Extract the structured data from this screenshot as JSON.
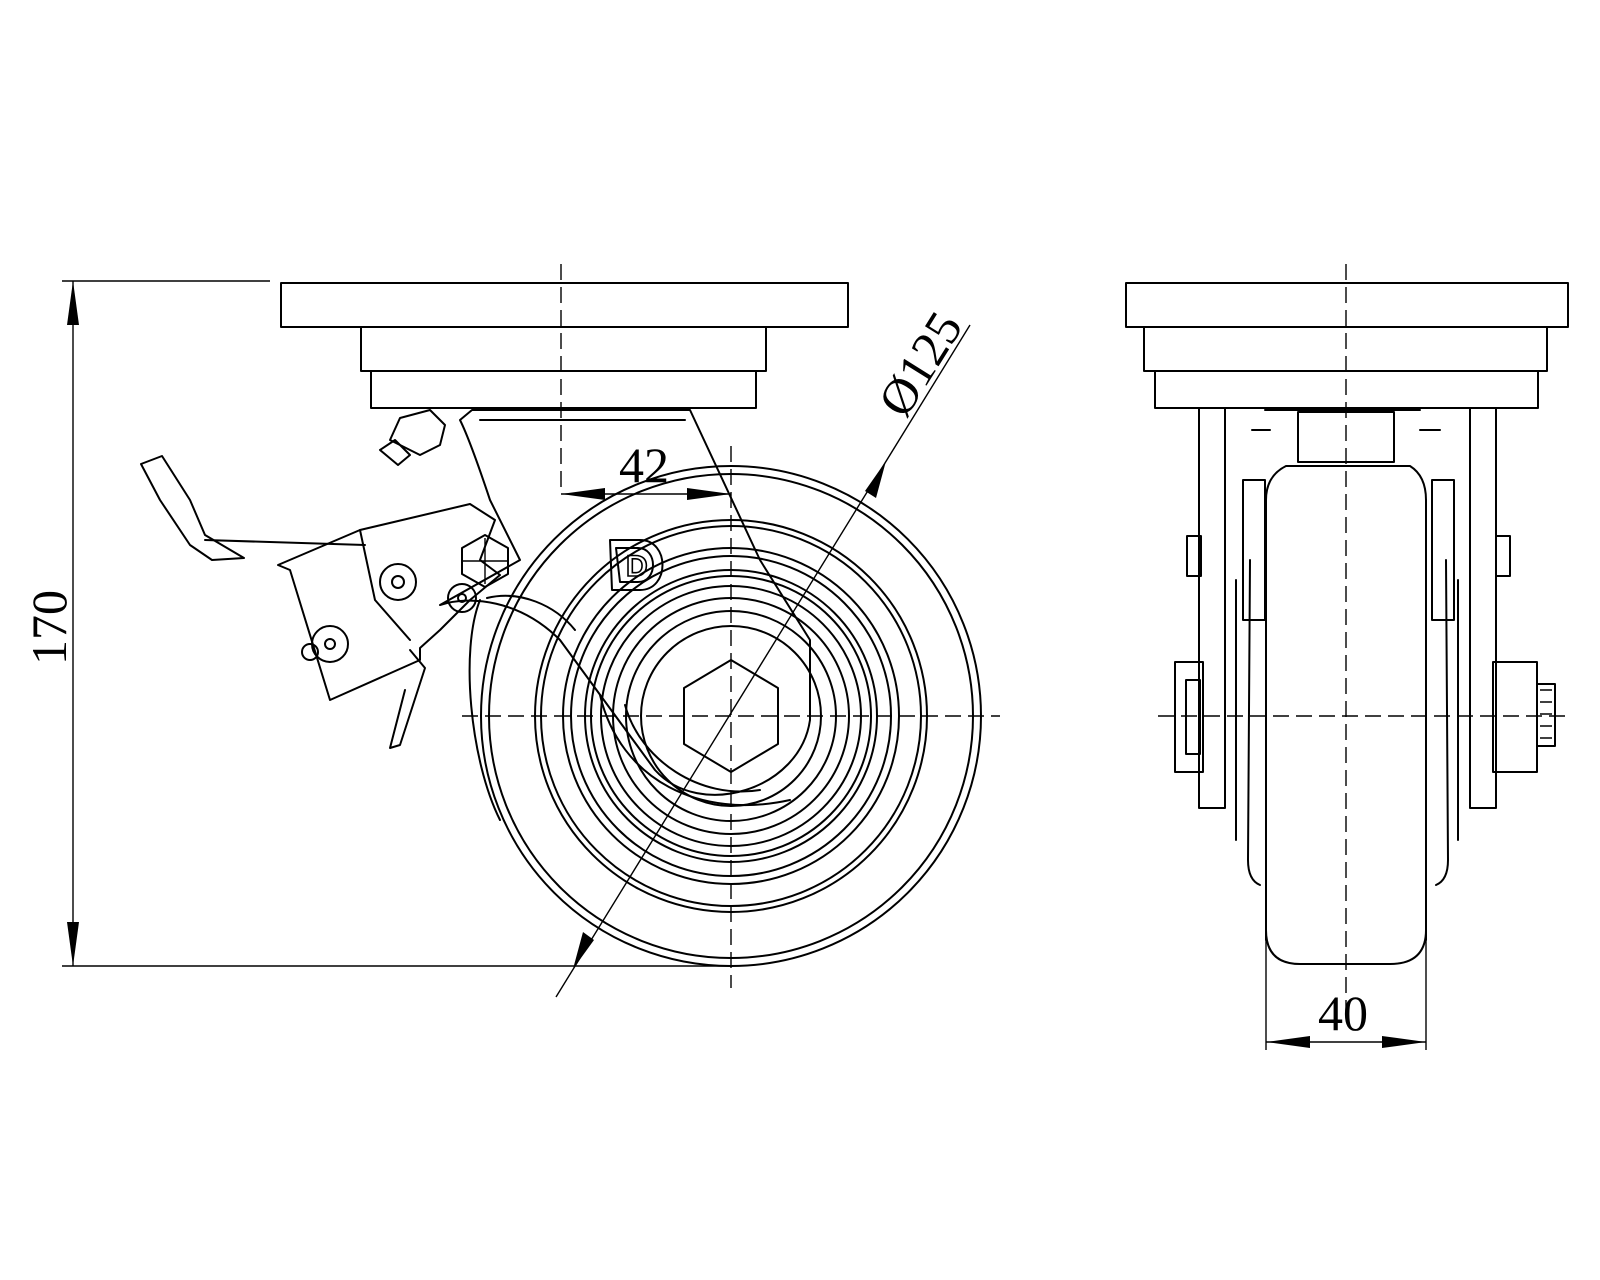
{
  "dimensions": {
    "height": "170",
    "diameter": "Ø125",
    "offset": "42",
    "width": "40"
  },
  "logo": {
    "mark": "D"
  },
  "colors": {
    "line": "#000000",
    "background": "#ffffff"
  }
}
